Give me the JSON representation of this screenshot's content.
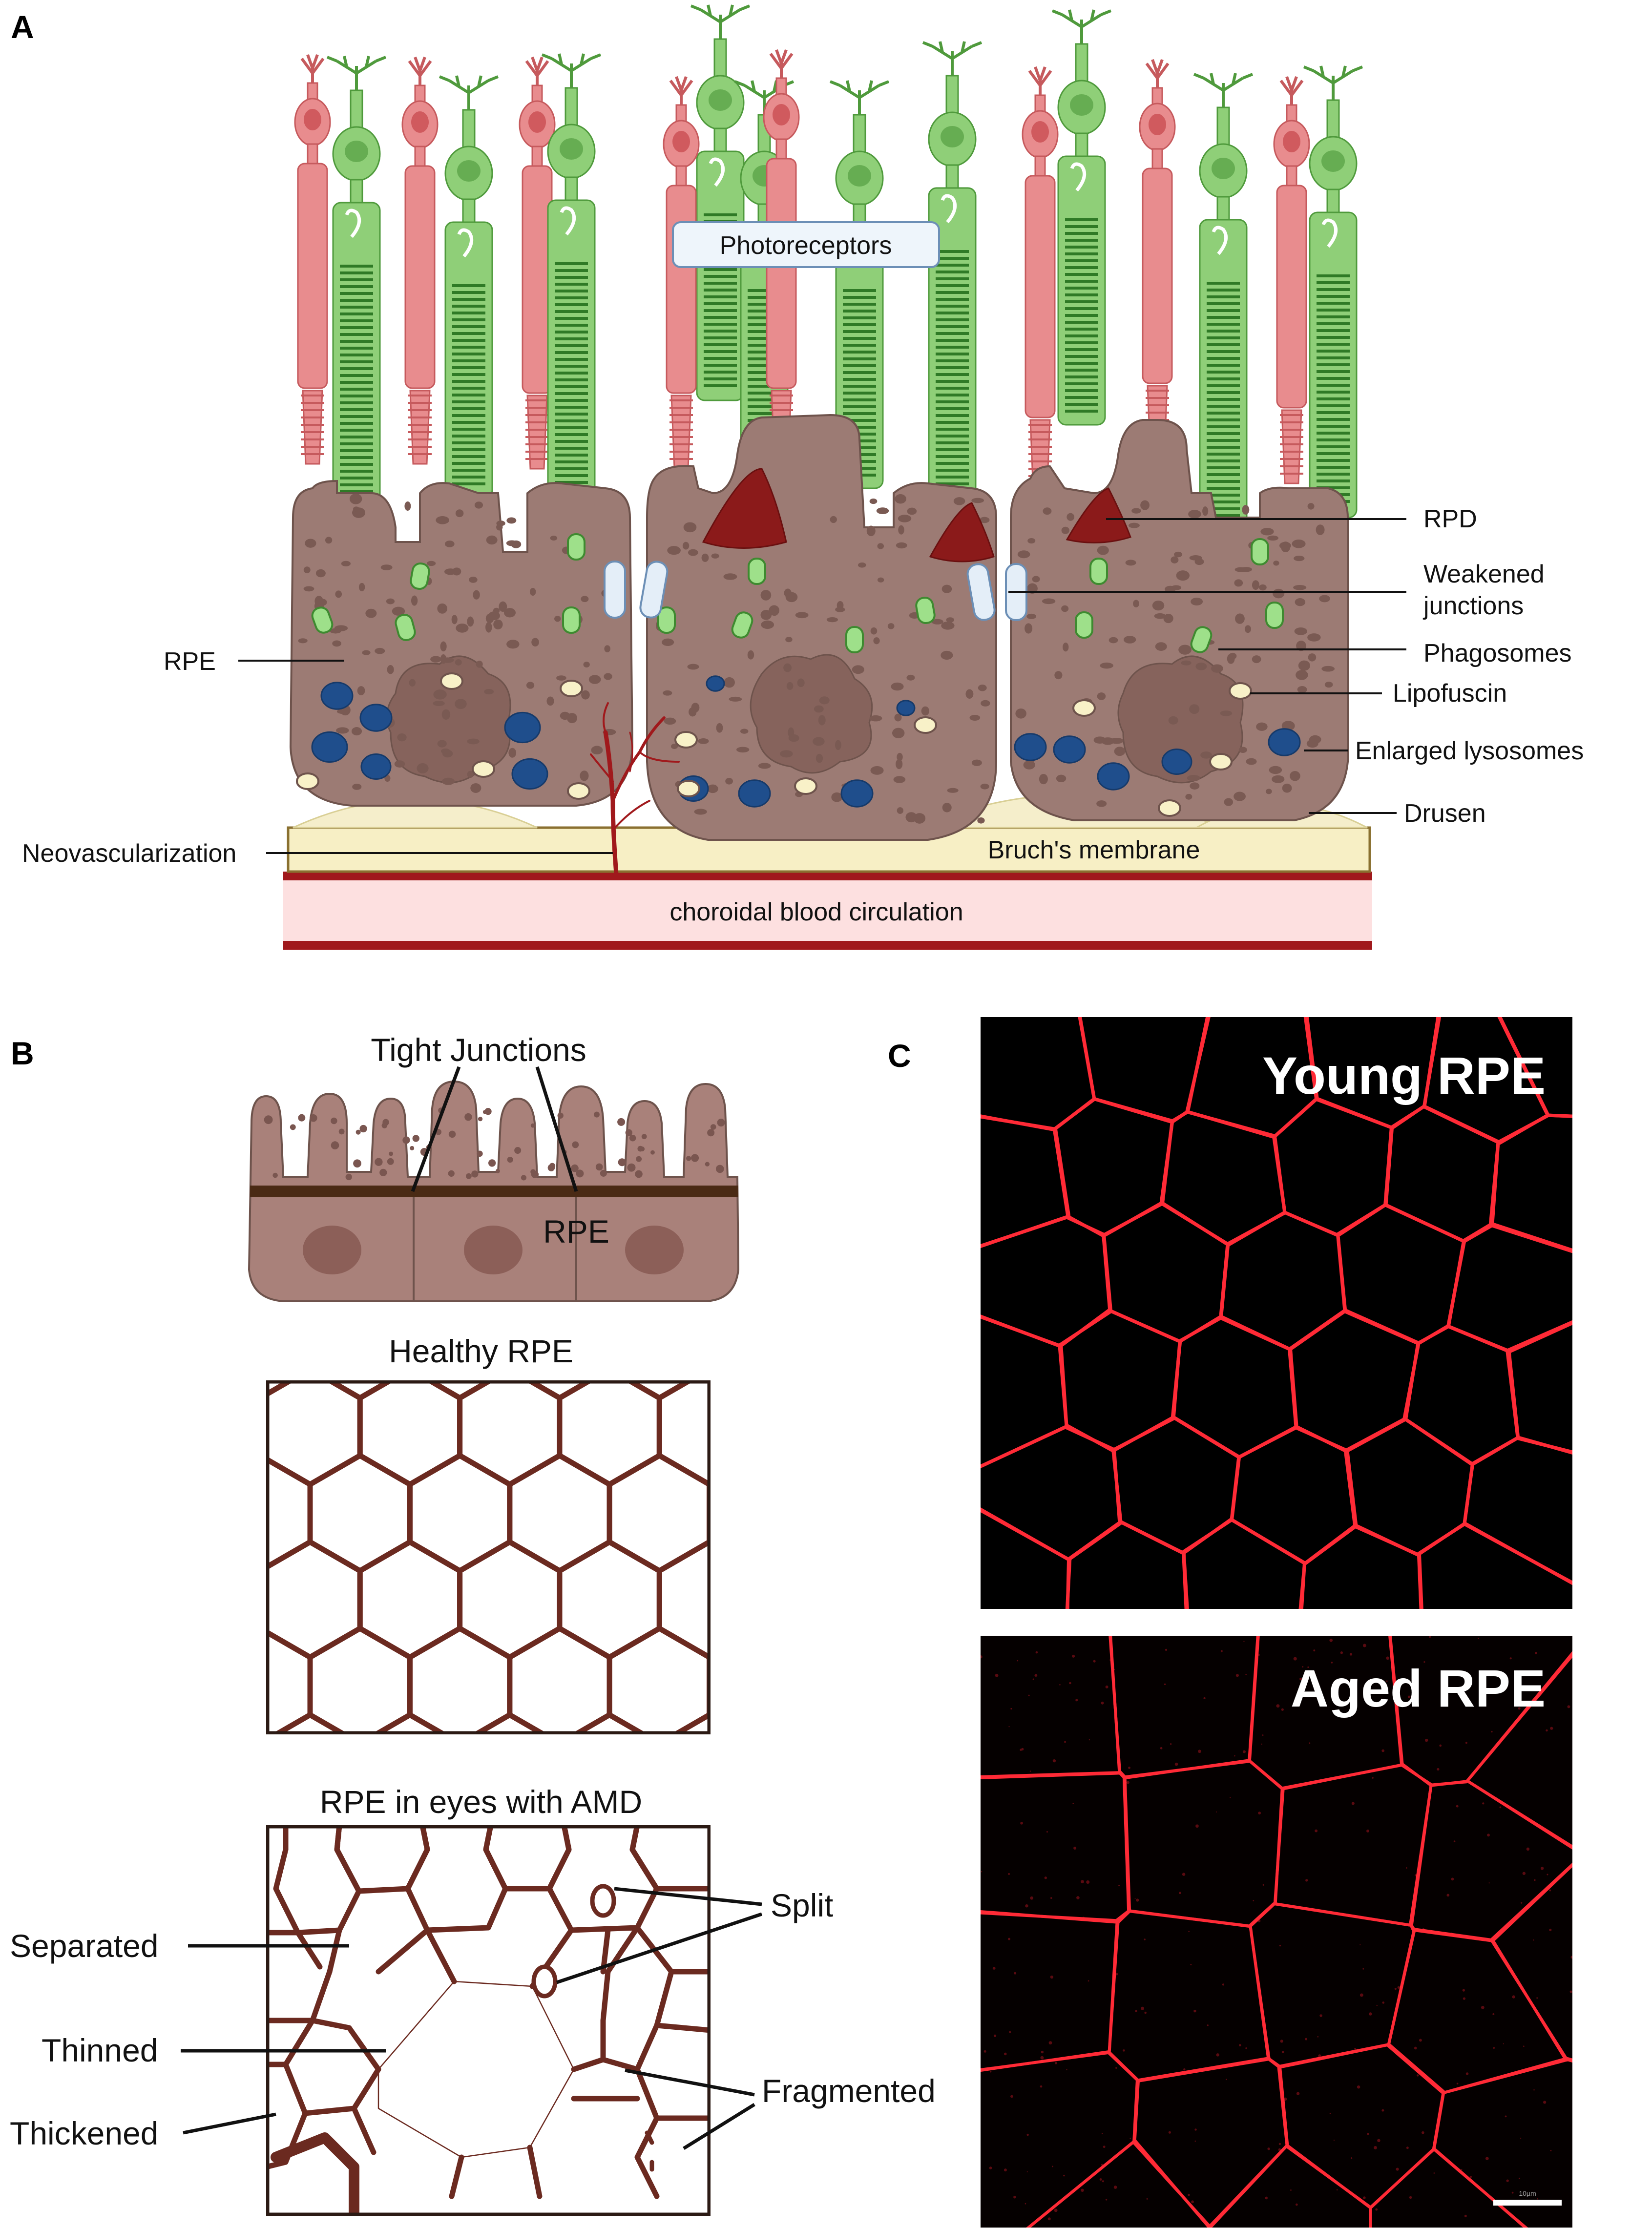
{
  "panels": {
    "a": "A",
    "b": "B",
    "c": "C"
  },
  "panel_a": {
    "photoreceptors": "Photoreceptors",
    "rpd": "RPD",
    "weakened_junctions_1": "Weakened",
    "weakened_junctions_2": "junctions",
    "phagosomes": "Phagosomes",
    "lipofuscin": "Lipofuscin",
    "enlarged_lysosomes": "Enlarged lysosomes",
    "drusen": "Drusen",
    "rpe": "RPE",
    "neovascularization": "Neovascularization",
    "bruchs_membrane": "Bruch's membrane",
    "choroidal": "choroidal blood circulation"
  },
  "panel_b": {
    "tight_junctions": "Tight Junctions",
    "rpe": "RPE",
    "healthy_title": "Healthy RPE",
    "amd_title": "RPE in eyes with AMD",
    "separated": "Separated",
    "thinned": "Thinned",
    "thickened": "Thickened",
    "split": "Split",
    "fragmented": "Fragmented"
  },
  "panel_c": {
    "young": "Young RPE",
    "aged": "Aged RPE",
    "scale": "10µm"
  },
  "colors": {
    "cone": "#e88c8e",
    "rod": "#8fcf78",
    "rpe_cell": "#9c7b74",
    "lysosome": "#1f4e8c",
    "drusen": "#f5eecb",
    "rpd": "#8b1a1a",
    "membrane_stain": "#ff2a36",
    "hex_line": "#6b2a20"
  }
}
